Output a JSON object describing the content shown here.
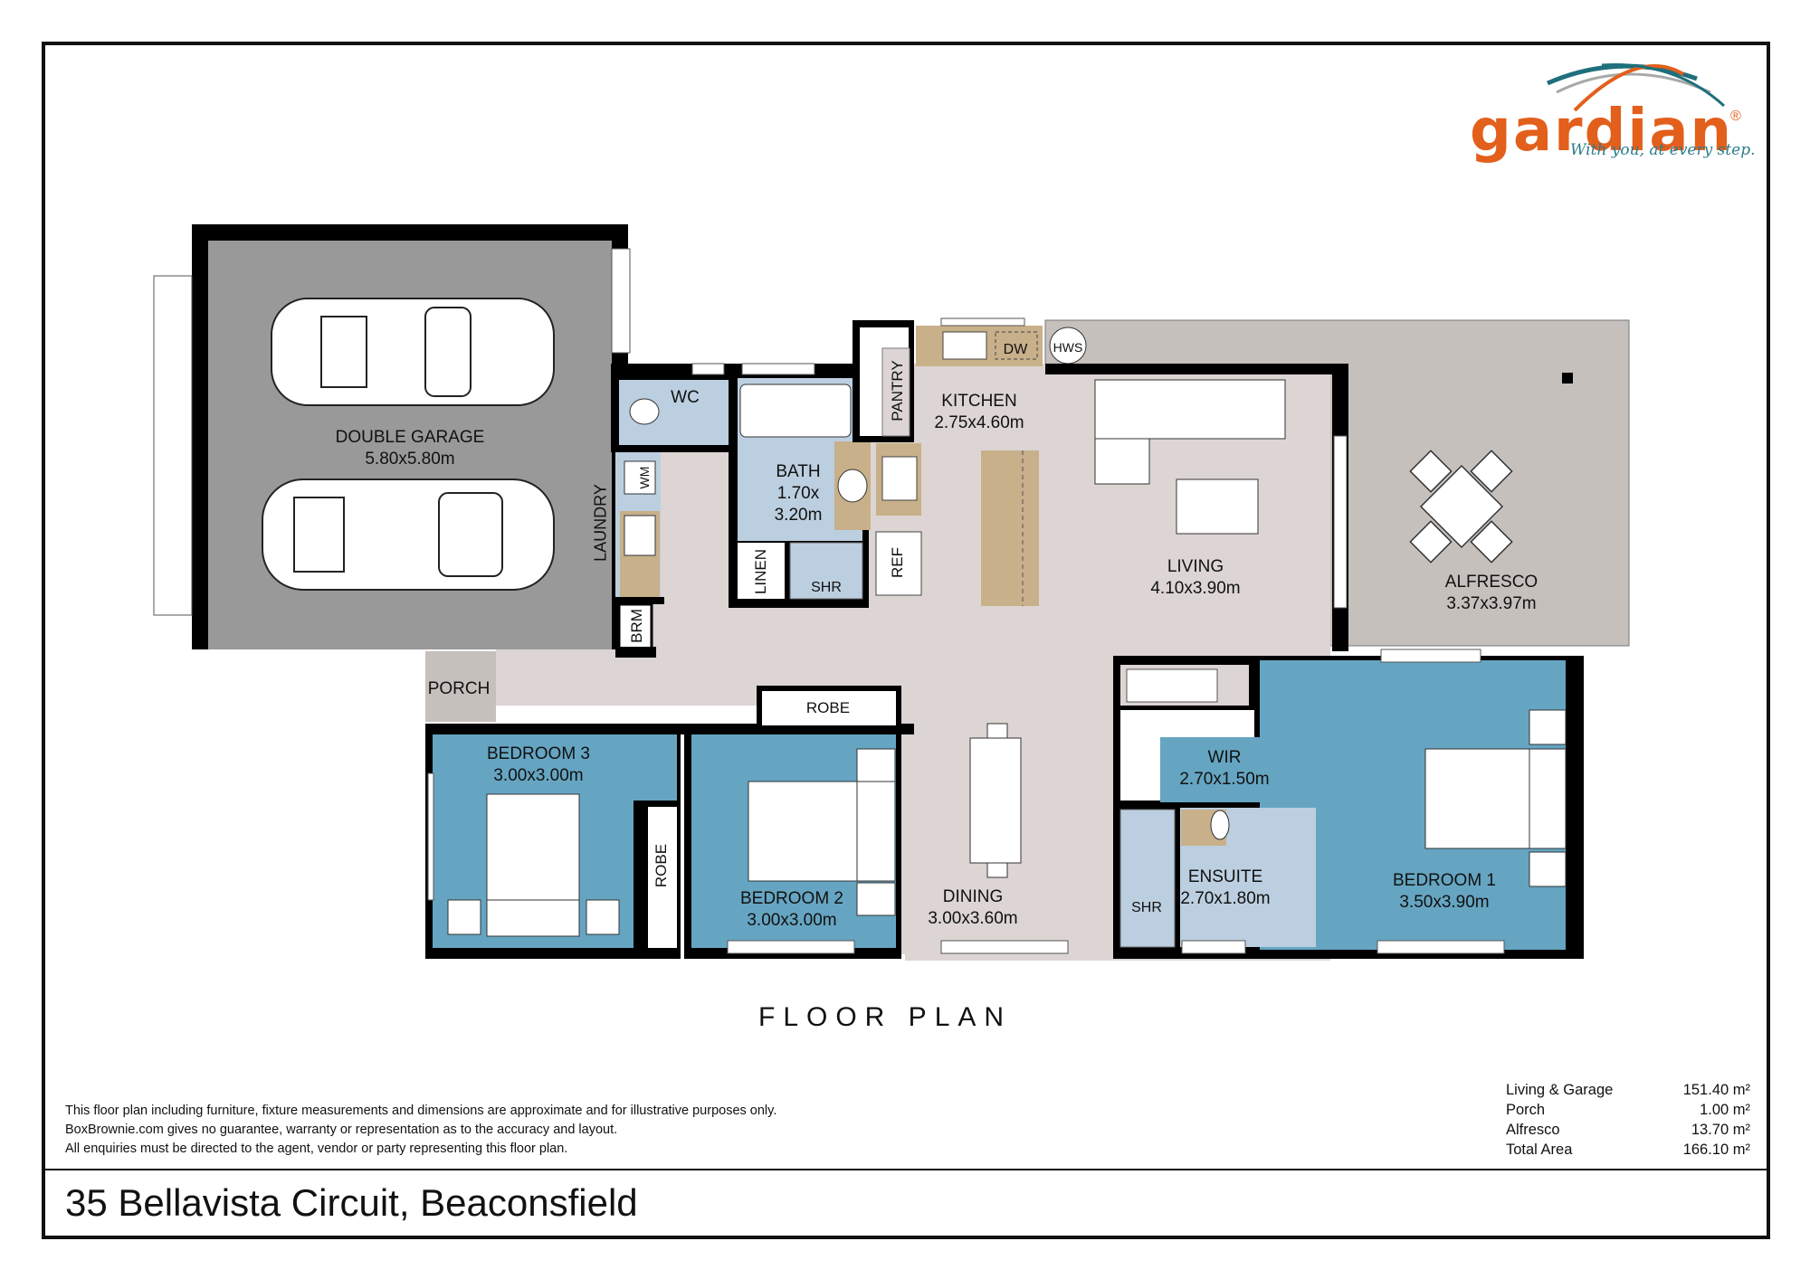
{
  "brand": {
    "name": "gardian",
    "registered": "®",
    "tagline": "With you, at every step.",
    "colors": {
      "orange": "#e35f1c",
      "teal": "#1f6f7c",
      "grey": "#a9a9a9"
    }
  },
  "plan": {
    "title": "FLOOR PLAN",
    "colors": {
      "wall": "#000000",
      "garage": "#999999",
      "living_floor": "#dcd5d3",
      "outdoor": "#c6c0bd",
      "bedroom": "#65a5c2",
      "wet": "#bccfe0",
      "bench": "#c8b08a"
    },
    "rooms": {
      "garage": {
        "name": "DOUBLE GARAGE",
        "size": "5.80x5.80m"
      },
      "wc": {
        "name": "WC"
      },
      "bath": {
        "name": "BATH",
        "size_line1": "1.70x",
        "size_line2": "3.20m"
      },
      "pantry": {
        "name": "PANTRY"
      },
      "kitchen": {
        "name": "KITCHEN",
        "size": "2.75x4.60m"
      },
      "laundry": {
        "name": "LAUNDRY"
      },
      "wm": {
        "name": "WM"
      },
      "brm": {
        "name": "BRM"
      },
      "linen": {
        "name": "LINEN"
      },
      "bath_shr": {
        "name": "SHR"
      },
      "ref": {
        "name": "REF"
      },
      "dw": {
        "name": "DW"
      },
      "hws": {
        "name": "HWS"
      },
      "living": {
        "name": "LIVING",
        "size": "4.10x3.90m"
      },
      "alfresco": {
        "name": "ALFRESCO",
        "size": "3.37x3.97m"
      },
      "porch": {
        "name": "PORCH"
      },
      "bedroom3": {
        "name": "BEDROOM 3",
        "size": "3.00x3.00m"
      },
      "robe3": {
        "name": "ROBE"
      },
      "robe2": {
        "name": "ROBE"
      },
      "bedroom2": {
        "name": "BEDROOM 2",
        "size": "3.00x3.00m"
      },
      "dining": {
        "name": "DINING",
        "size": "3.00x3.60m"
      },
      "wir": {
        "name": "WIR",
        "size": "2.70x1.50m"
      },
      "ensuite": {
        "name": "ENSUITE",
        "size": "2.70x1.80m"
      },
      "ensuite_shr": {
        "name": "SHR"
      },
      "bedroom1": {
        "name": "BEDROOM 1",
        "size": "3.50x3.90m"
      }
    }
  },
  "disclaimer": [
    "This floor plan including furniture, fixture measurements and dimensions are approximate and for illustrative purposes only.",
    "BoxBrownie.com gives no guarantee, warranty or representation as to the accuracy and layout.",
    "All enquiries must be directed to the agent, vendor or party representing this floor plan."
  ],
  "areas": [
    {
      "label": "Living & Garage",
      "value": "151.40 m²"
    },
    {
      "label": "Porch",
      "value": "1.00 m²"
    },
    {
      "label": "Alfresco",
      "value": "13.70 m²"
    },
    {
      "label": "Total Area",
      "value": "166.10 m²"
    }
  ],
  "address": "35 Bellavista Circuit, Beaconsfield"
}
